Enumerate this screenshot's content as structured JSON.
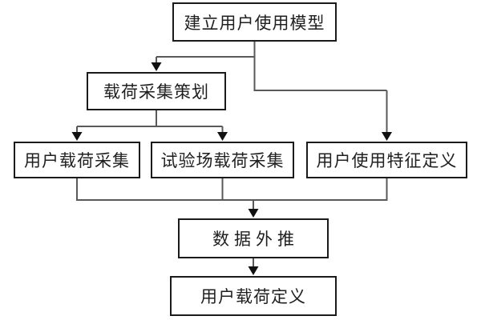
{
  "diagram": {
    "type": "flowchart",
    "nodes": [
      {
        "id": "build-user-usage-model",
        "label": "建立用户使用模型"
      },
      {
        "id": "load-collection-planning",
        "label": "载荷采集策划"
      },
      {
        "id": "user-load-collection",
        "label": "用户载荷采集"
      },
      {
        "id": "test-field-load-collection",
        "label": "试验场载荷采集"
      },
      {
        "id": "user-usage-feature-definition",
        "label": "用户使用特征定义"
      },
      {
        "id": "data-extrapolation",
        "label": "数据外推"
      },
      {
        "id": "user-load-definition",
        "label": "用户载荷定义"
      }
    ],
    "edges": [
      {
        "from": "build-user-usage-model",
        "to": "load-collection-planning"
      },
      {
        "from": "build-user-usage-model",
        "to": "user-usage-feature-definition"
      },
      {
        "from": "load-collection-planning",
        "to": "user-load-collection"
      },
      {
        "from": "load-collection-planning",
        "to": "test-field-load-collection"
      },
      {
        "from": "user-load-collection",
        "to": "data-extrapolation"
      },
      {
        "from": "test-field-load-collection",
        "to": "data-extrapolation"
      },
      {
        "from": "user-usage-feature-definition",
        "to": "data-extrapolation"
      },
      {
        "from": "data-extrapolation",
        "to": "user-load-definition"
      }
    ],
    "colors": {
      "background": "#ffffff",
      "box_border": "#1a1a1a",
      "box_fill": "#ffffff",
      "line": "#595959",
      "arrow": "#111111",
      "text": "#1f1f1f"
    }
  }
}
